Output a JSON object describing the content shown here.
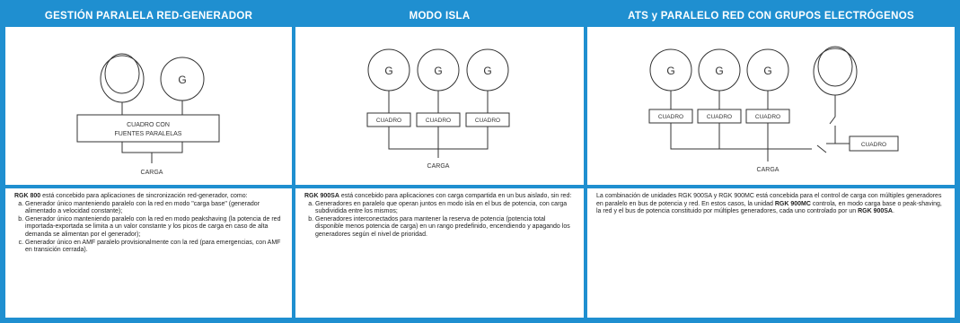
{
  "panels": [
    {
      "title": "GESTIÓN PARALELA RED-GENERADOR",
      "diagram": {
        "g_label": "G",
        "box_line1": "CUADRO CON",
        "box_line2": "FUENTES PARALELAS",
        "load_label": "CARGA"
      },
      "intro_prod": "RGK 800",
      "intro_rest": " está concebido para aplicaciones de sincronización red-generador, como:",
      "items": [
        "Generador único manteniendo paralelo con la red en modo \"carga base\" (generador alimentado a velocidad constante);",
        "Generador único manteniendo paralelo con la red en modo peakshaving (la potencia de red importada-exportada se limita a un valor constante y los picos de carga en caso de alta demanda se alimentan por el generador);",
        "Generador único en AMF paralelo provisionalmente con la red (para emergencias, con AMF en transición cerrada)."
      ]
    },
    {
      "title": "MODO ISLA",
      "diagram": {
        "g1": "G",
        "g2": "G",
        "g3": "G",
        "b1": "CUADRO",
        "b2": "CUADRO",
        "b3": "CUADRO",
        "load_label": "CARGA"
      },
      "intro_prod": "RGK 900SA",
      "intro_rest": " está concebido para aplicaciones con carga compartida en un bus aislado, sin red:",
      "items": [
        "Generadores en paralelo que operan juntos en modo isla en el bus de potencia, con carga subdividida entre los mismos;",
        "Generadores interconectados para mantener la reserva de potencia (potencia total disponible menos potencia de carga) en un rango predefinido, encendiendo y apagando los generadores según el nivel de prioridad."
      ]
    },
    {
      "title": "ATS y PARALELO RED CON GRUPOS ELECTRÓGENOS",
      "diagram": {
        "g1": "G",
        "g2": "G",
        "g3": "G",
        "b1": "CUADRO",
        "b2": "CUADRO",
        "b3": "CUADRO",
        "b4": "CUADRO",
        "load_label": "CARGA"
      },
      "text_a": "La combinación de unidades RGK 900SA y RGK 900MC está concebida para el control de carga con múltiples generadores en paralelo en bus de potencia y red. En estos casos, la unidad ",
      "text_prod1": "RGK 900MC",
      "text_b": " controla, en modo carga base o peak-shaving, la red y el bus de potencia constituido por múltiples generadores, cada uno controlado por un ",
      "text_prod2": "RGK 900SA",
      "text_c": "."
    }
  ]
}
